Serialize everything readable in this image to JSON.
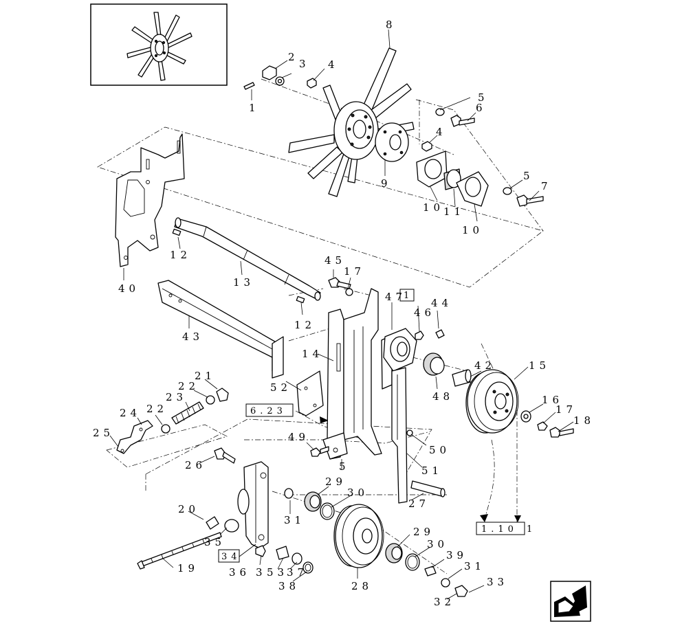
{
  "diagram": {
    "callouts": [
      {
        "id": "c1",
        "text": "1"
      },
      {
        "id": "c2",
        "text": "2"
      },
      {
        "id": "c3a",
        "text": "3"
      },
      {
        "id": "c4a",
        "text": "4"
      },
      {
        "id": "c8",
        "text": "8"
      },
      {
        "id": "c5a",
        "text": "5"
      },
      {
        "id": "c6",
        "text": "6"
      },
      {
        "id": "c4b",
        "text": "4"
      },
      {
        "id": "c9",
        "text": "9"
      },
      {
        "id": "c5b",
        "text": "5"
      },
      {
        "id": "c7a",
        "text": "7"
      },
      {
        "id": "c10a",
        "text": "10"
      },
      {
        "id": "c11",
        "text": "11"
      },
      {
        "id": "c10b",
        "text": "10"
      },
      {
        "id": "c12a",
        "text": "12"
      },
      {
        "id": "c13",
        "text": "13"
      },
      {
        "id": "c40",
        "text": "40"
      },
      {
        "id": "c45",
        "text": "45"
      },
      {
        "id": "c17a",
        "text": "17"
      },
      {
        "id": "c47",
        "text": "47"
      },
      {
        "id": "c46",
        "text": "46"
      },
      {
        "id": "c44",
        "text": "44"
      },
      {
        "id": "c12b",
        "text": "12"
      },
      {
        "id": "c43",
        "text": "43"
      },
      {
        "id": "c14",
        "text": "14"
      },
      {
        "id": "c42",
        "text": "42"
      },
      {
        "id": "c15",
        "text": "15"
      },
      {
        "id": "c48",
        "text": "48"
      },
      {
        "id": "c52",
        "text": "52"
      },
      {
        "id": "c21",
        "text": "21"
      },
      {
        "id": "c22a",
        "text": "22"
      },
      {
        "id": "c23",
        "text": "23"
      },
      {
        "id": "c24",
        "text": "24"
      },
      {
        "id": "c22b",
        "text": "22"
      },
      {
        "id": "c25",
        "text": "25"
      },
      {
        "id": "c16",
        "text": "16"
      },
      {
        "id": "c17b",
        "text": "17"
      },
      {
        "id": "c18",
        "text": "18"
      },
      {
        "id": "c49",
        "text": "49"
      },
      {
        "id": "c50",
        "text": "50"
      },
      {
        "id": "c5c",
        "text": "5"
      },
      {
        "id": "c51",
        "text": "51"
      },
      {
        "id": "c26",
        "text": "26"
      },
      {
        "id": "c29a",
        "text": "29"
      },
      {
        "id": "c30a",
        "text": "30"
      },
      {
        "id": "c27",
        "text": "27"
      },
      {
        "id": "c20",
        "text": "20"
      },
      {
        "id": "c31a",
        "text": "31"
      },
      {
        "id": "c35",
        "text": "35"
      },
      {
        "id": "c29b",
        "text": "29"
      },
      {
        "id": "c30b",
        "text": "30"
      },
      {
        "id": "c39",
        "text": "39"
      },
      {
        "id": "c31b",
        "text": "31"
      },
      {
        "id": "c19",
        "text": "19"
      },
      {
        "id": "c36",
        "text": "36"
      },
      {
        "id": "c3b",
        "text": "3"
      },
      {
        "id": "c53",
        "text": "53"
      },
      {
        "id": "c37",
        "text": "37"
      },
      {
        "id": "c38",
        "text": "38"
      },
      {
        "id": "c28",
        "text": "28"
      },
      {
        "id": "c33",
        "text": "33"
      },
      {
        "id": "c32",
        "text": "32"
      }
    ],
    "references": [
      {
        "id": "r71",
        "text": "1"
      },
      {
        "id": "r623",
        "text": "6.23"
      },
      {
        "id": "r1101",
        "text": "1.10"
      },
      {
        "id": "r1101b",
        "text": "1"
      },
      {
        "id": "r34",
        "text": "34"
      }
    ],
    "icons": {
      "thumbnail": "fan-assembly-thumbnail-icon",
      "navigation": "next-page-arrow-icon"
    }
  }
}
